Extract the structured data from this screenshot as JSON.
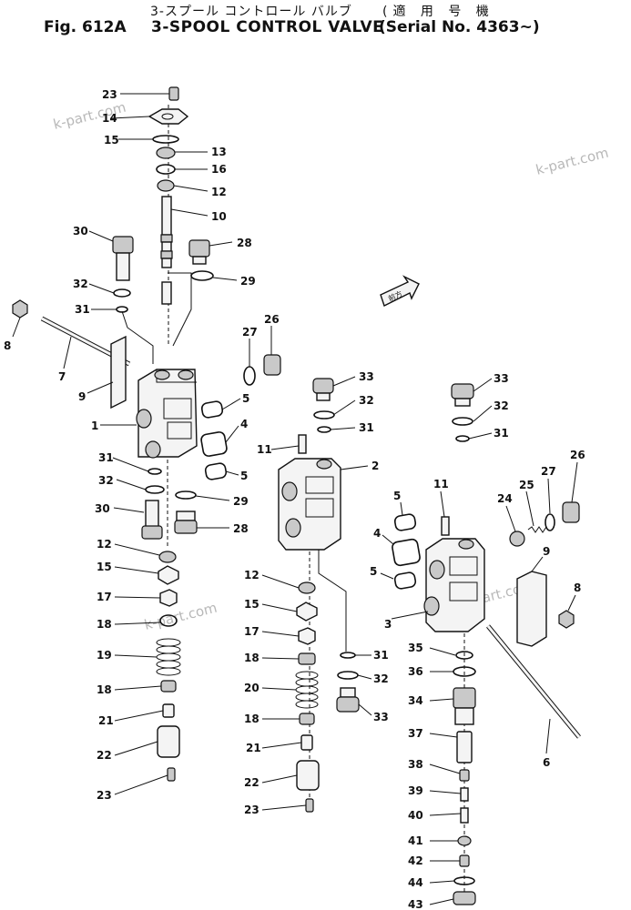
{
  "header": {
    "japanese_title": "3-スプール コントロール バルブ",
    "figure_number": "Fig. 612A",
    "title": "3-SPOOL CONTROL VALVE",
    "serial_japanese": "(適 用 号 機",
    "serial": "(Serial No. 4363~)"
  },
  "watermark": "k-part.com",
  "arrow_label": "前方",
  "part_labels": [
    "1",
    "2",
    "3",
    "4",
    "5",
    "6",
    "7",
    "8",
    "9",
    "10",
    "11",
    "12",
    "13",
    "15",
    "16",
    "17",
    "18",
    "19",
    "20",
    "21",
    "22",
    "23",
    "24",
    "25",
    "26",
    "27",
    "28",
    "29",
    "30",
    "31",
    "32",
    "33",
    "34",
    "35",
    "36",
    "37",
    "38",
    "39",
    "40",
    "41",
    "42",
    "43",
    "44"
  ]
}
